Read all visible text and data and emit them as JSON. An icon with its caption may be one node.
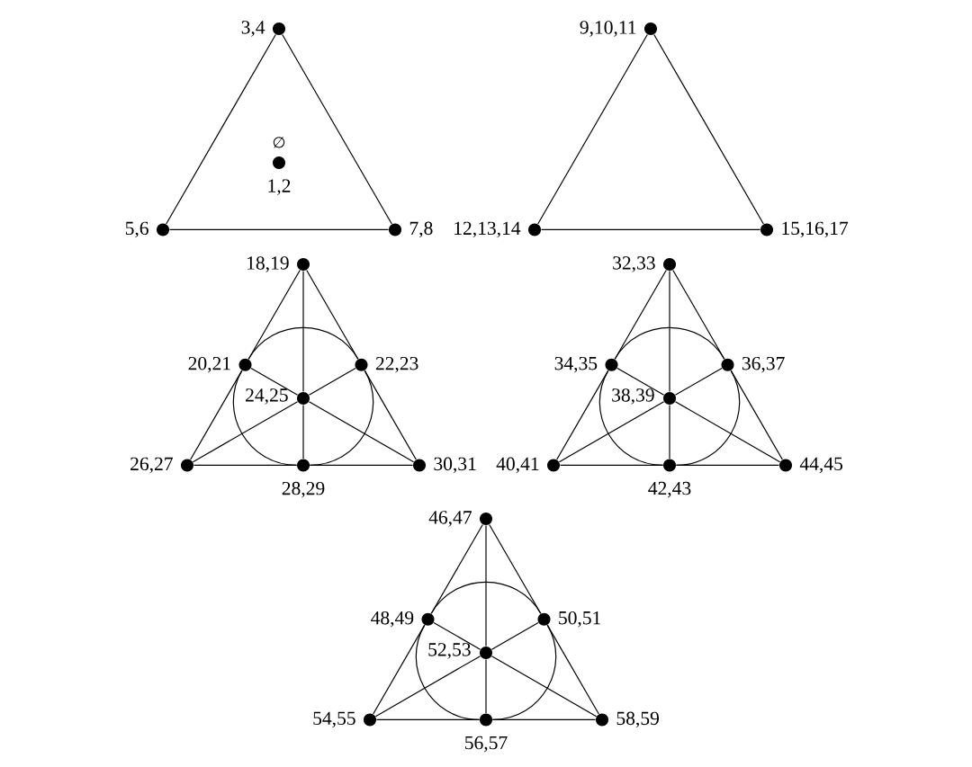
{
  "diagram": {
    "nodes": [
      {
        "text": [],
        "shape": "circle",
        "beside": [
          "∅",
          "1,2"
        ]
      },
      {
        "text": [],
        "shape": "circle",
        "beside": [
          "3,4"
        ]
      },
      {
        "text": [],
        "shape": "circle",
        "beside": [
          "5,6"
        ]
      },
      {
        "text": [],
        "shape": "circle",
        "beside": [
          "7,8"
        ]
      },
      {
        "text": [],
        "shape": "circle",
        "beside": [
          "9,10,11"
        ]
      },
      {
        "text": [],
        "shape": "circle",
        "beside": [
          "12,13,14"
        ]
      },
      {
        "text": [],
        "shape": "circle",
        "beside": [
          "15,16,17"
        ]
      },
      {
        "text": [],
        "shape": "circle",
        "beside": [
          "18,19"
        ]
      },
      {
        "text": [],
        "shape": "circle",
        "beside": [
          "20,21"
        ]
      },
      {
        "text": [],
        "shape": "circle",
        "beside": [
          "22,23"
        ]
      },
      {
        "text": [],
        "shape": "circle",
        "beside": [
          "24,25"
        ]
      },
      {
        "text": [],
        "shape": "circle",
        "beside": [
          "26,27"
        ]
      },
      {
        "text": [],
        "shape": "circle",
        "beside": [
          "28,29"
        ]
      },
      {
        "text": [],
        "shape": "circle",
        "beside": [
          "30,31"
        ]
      },
      {
        "text": [],
        "shape": "circle",
        "beside": [
          "32,33"
        ]
      },
      {
        "text": [],
        "shape": "circle",
        "beside": [
          "34,35"
        ]
      },
      {
        "text": [],
        "shape": "circle",
        "beside": [
          "36,37"
        ]
      },
      {
        "text": [],
        "shape": "circle",
        "beside": [
          "38,39"
        ]
      },
      {
        "text": [],
        "shape": "circle",
        "beside": [
          "40,41"
        ]
      },
      {
        "text": [],
        "shape": "circle",
        "beside": [
          "42,43"
        ]
      },
      {
        "text": [],
        "shape": "circle",
        "beside": [
          "44,45"
        ]
      },
      {
        "text": [],
        "shape": "circle",
        "beside": [
          "46,47"
        ]
      },
      {
        "text": [],
        "shape": "circle",
        "beside": [
          "48,49"
        ]
      },
      {
        "text": [],
        "shape": "circle",
        "beside": [
          "50,51"
        ]
      },
      {
        "text": [],
        "shape": "circle",
        "beside": [
          "52,53"
        ]
      },
      {
        "text": [],
        "shape": "circle",
        "beside": [
          "54,55"
        ]
      },
      {
        "text": [],
        "shape": "circle",
        "beside": [
          "56,57"
        ]
      },
      {
        "text": [],
        "shape": "circle",
        "beside": [
          "58,59"
        ]
      }
    ],
    "edges": [
      {
        "from": 1,
        "to": 2,
        "arrow": "none"
      },
      {
        "from": 2,
        "to": 3,
        "arrow": "none"
      },
      {
        "from": 1,
        "to": 3,
        "arrow": "none"
      },
      {
        "from": 4,
        "to": 5,
        "arrow": "none"
      },
      {
        "from": 5,
        "to": 6,
        "arrow": "none"
      },
      {
        "from": 4,
        "to": 6,
        "arrow": "none"
      },
      {
        "from": 7,
        "to": 8,
        "arrow": "none"
      },
      {
        "from": 8,
        "to": 11,
        "arrow": "none"
      },
      {
        "from": 7,
        "to": 9,
        "arrow": "none"
      },
      {
        "from": 9,
        "to": 13,
        "arrow": "none"
      },
      {
        "from": 11,
        "to": 12,
        "arrow": "none"
      },
      {
        "from": 12,
        "to": 13,
        "arrow": "none"
      },
      {
        "from": 7,
        "to": 10,
        "arrow": "none"
      },
      {
        "from": 10,
        "to": 12,
        "arrow": "none"
      },
      {
        "from": 11,
        "to": 10,
        "arrow": "none"
      },
      {
        "from": 10,
        "to": 9,
        "arrow": "none"
      },
      {
        "from": 13,
        "to": 10,
        "arrow": "none"
      },
      {
        "from": 10,
        "to": 8,
        "arrow": "none"
      },
      {
        "from": 8,
        "to": 9,
        "arrow": "none"
      },
      {
        "from": 9,
        "to": 12,
        "arrow": "none"
      },
      {
        "from": 12,
        "to": 8,
        "arrow": "none"
      },
      {
        "from": 14,
        "to": 15,
        "arrow": "none"
      },
      {
        "from": 15,
        "to": 18,
        "arrow": "none"
      },
      {
        "from": 14,
        "to": 16,
        "arrow": "none"
      },
      {
        "from": 16,
        "to": 20,
        "arrow": "none"
      },
      {
        "from": 18,
        "to": 19,
        "arrow": "none"
      },
      {
        "from": 19,
        "to": 20,
        "arrow": "none"
      },
      {
        "from": 14,
        "to": 17,
        "arrow": "none"
      },
      {
        "from": 17,
        "to": 19,
        "arrow": "none"
      },
      {
        "from": 18,
        "to": 17,
        "arrow": "none"
      },
      {
        "from": 17,
        "to": 16,
        "arrow": "none"
      },
      {
        "from": 20,
        "to": 17,
        "arrow": "none"
      },
      {
        "from": 17,
        "to": 15,
        "arrow": "none"
      },
      {
        "from": 15,
        "to": 16,
        "arrow": "none"
      },
      {
        "from": 16,
        "to": 19,
        "arrow": "none"
      },
      {
        "from": 19,
        "to": 15,
        "arrow": "none"
      },
      {
        "from": 21,
        "to": 22,
        "arrow": "none"
      },
      {
        "from": 22,
        "to": 25,
        "arrow": "none"
      },
      {
        "from": 21,
        "to": 23,
        "arrow": "none"
      },
      {
        "from": 23,
        "to": 27,
        "arrow": "none"
      },
      {
        "from": 25,
        "to": 26,
        "arrow": "none"
      },
      {
        "from": 26,
        "to": 27,
        "arrow": "none"
      },
      {
        "from": 21,
        "to": 24,
        "arrow": "none"
      },
      {
        "from": 24,
        "to": 26,
        "arrow": "none"
      },
      {
        "from": 25,
        "to": 24,
        "arrow": "none"
      },
      {
        "from": 24,
        "to": 23,
        "arrow": "none"
      },
      {
        "from": 27,
        "to": 24,
        "arrow": "none"
      },
      {
        "from": 24,
        "to": 22,
        "arrow": "none"
      },
      {
        "from": 22,
        "to": 23,
        "arrow": "none"
      },
      {
        "from": 23,
        "to": 26,
        "arrow": "none"
      },
      {
        "from": 26,
        "to": 22,
        "arrow": "none"
      }
    ]
  }
}
